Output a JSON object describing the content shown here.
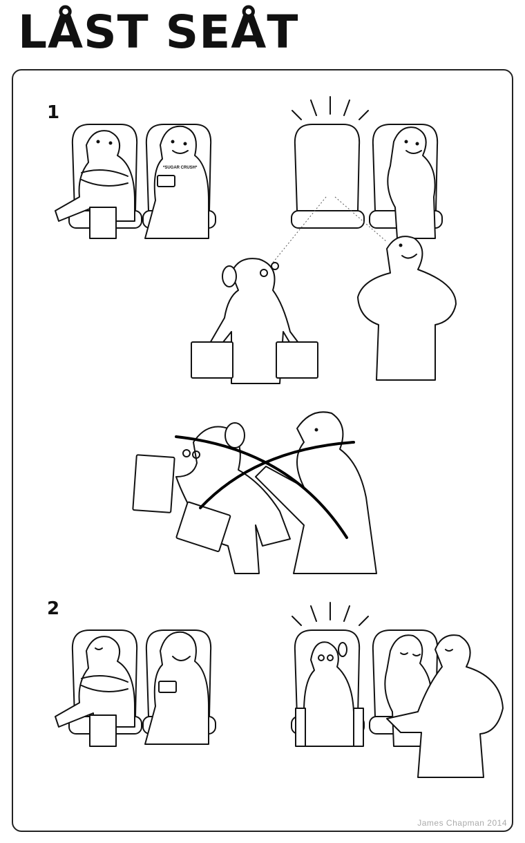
{
  "title": "LÅST SEÅT",
  "steps": [
    {
      "number": "1",
      "phone_text": "*SUGAR CRUSH*"
    },
    {
      "number": "2"
    }
  ],
  "credit": "James Chapman 2014",
  "colors": {
    "line": "#111111",
    "background": "#ffffff",
    "credit": "#aaaaaa"
  }
}
